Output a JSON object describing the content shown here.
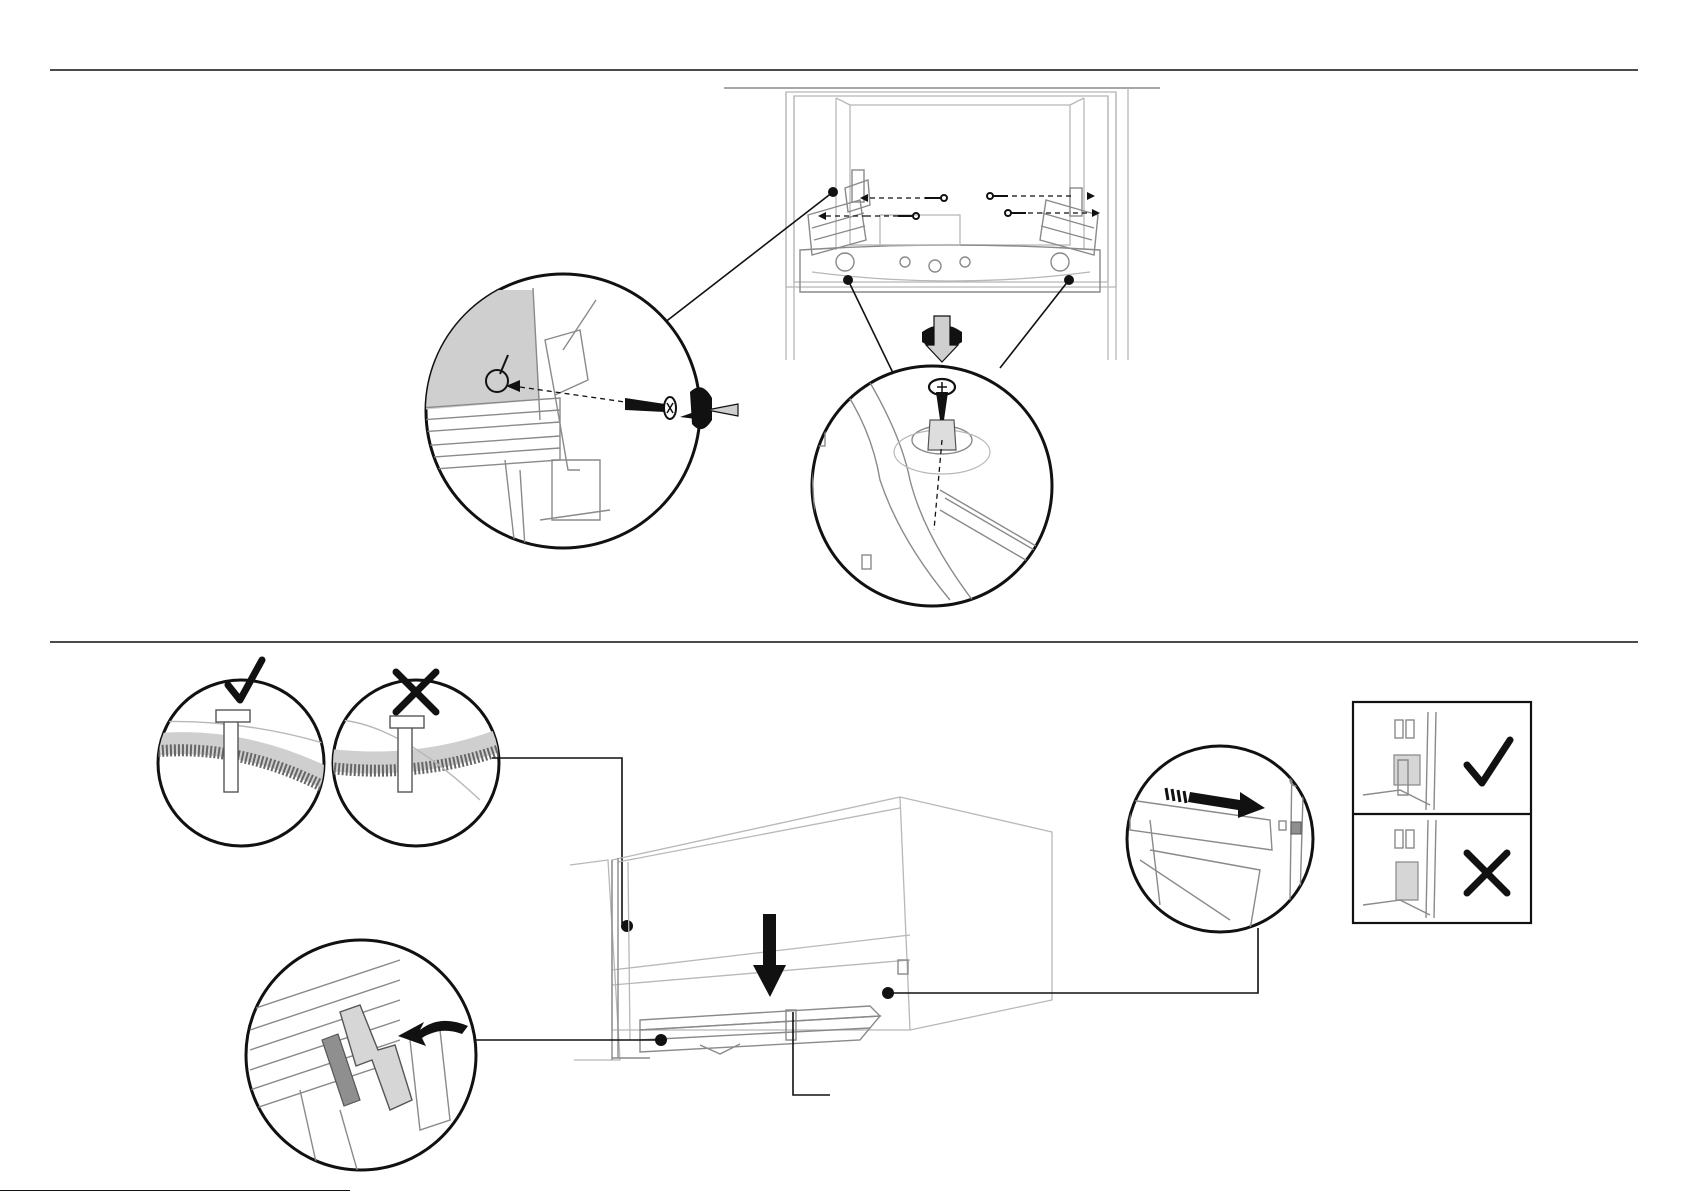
{
  "colors": {
    "ink": "#111111",
    "line_light": "#b8b8b8",
    "line_mid": "#8a8a8a",
    "fill_gray": "#d6d6d6",
    "background": "#ffffff"
  },
  "icons": {
    "correct": "check-mark-icon",
    "incorrect": "cross-mark-icon",
    "rotate_clockwise": "rotate-arrow-icon",
    "direction": "arrow-icon",
    "fastener": "screw-icon"
  },
  "step_1": {
    "main_view": "cabinet-front-with-slides-and-screws",
    "detail_views": [
      "side-screw-detail",
      "floor-screw-detail"
    ]
  },
  "step_2": {
    "detail_views": [
      "cable-tie-correct",
      "cable-tie-incorrect",
      "clip-engage-detail",
      "tab-engage-detail"
    ],
    "check_panel": [
      "tab-correct",
      "tab-incorrect"
    ]
  }
}
